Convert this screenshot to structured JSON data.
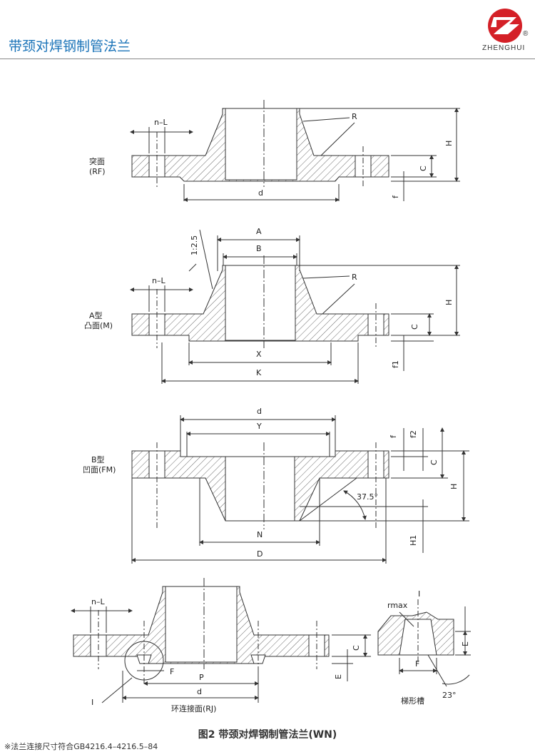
{
  "header": {
    "title": "带颈对焊钢制管法兰",
    "logo_text": "ZHENGHUI",
    "registered": "®"
  },
  "views": {
    "rf": {
      "name": "突面",
      "code": "(RF)",
      "nL": "n–L",
      "R": "R",
      "H": "H",
      "C": "C",
      "f": "f",
      "d": "d"
    },
    "m": {
      "name": "A型",
      "name2": "凸面(M)",
      "slope": "1:2.5",
      "A": "A",
      "B": "B",
      "nL": "n–L",
      "R": "R",
      "H": "H",
      "C": "C",
      "X": "X",
      "K": "K",
      "f1": "f1"
    },
    "fm": {
      "name": "B型",
      "name2": "凹面(FM)",
      "d": "d",
      "Y": "Y",
      "f": "f",
      "f2": "f2",
      "C": "C",
      "H": "H",
      "angle": "37.5°",
      "N": "N",
      "D": "D",
      "H1": "H1"
    },
    "rj": {
      "nL": "n–L",
      "C": "C",
      "E": "E",
      "F": "F",
      "P": "P",
      "d": "d",
      "I": "I",
      "name": "环连接面(RJ)"
    },
    "groove": {
      "rmax": "rmax",
      "I": "I",
      "E": "E",
      "F": "F",
      "angle": "23°",
      "name": "梯形槽"
    }
  },
  "caption": "图2  带颈对焊钢制管法兰(WN)",
  "note": "※法兰连接尺寸符合GB4216.4–4216.5–84"
}
